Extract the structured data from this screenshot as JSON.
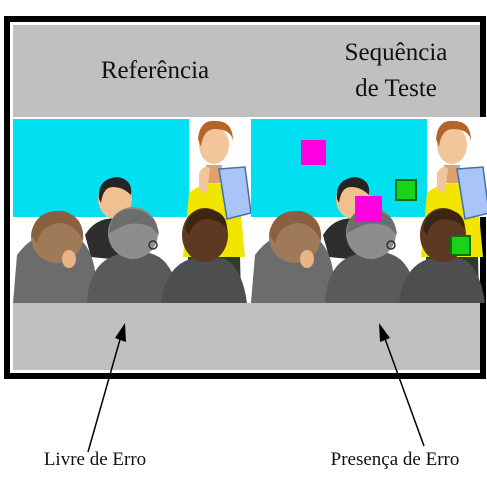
{
  "panels": {
    "left": {
      "title": "Referência"
    },
    "right": {
      "title_line1": "Sequência",
      "title_line2": "de Teste"
    }
  },
  "captions": {
    "left": "Livre de Erro",
    "right": "Presença de Erro"
  },
  "colors": {
    "frame": "#000000",
    "header_band": "#c0c0c0",
    "footer_band": "#c0c0c0",
    "projection_screen": "#00e0f0",
    "error_block_magenta": "#ff00e0",
    "error_block_green": "#19d319",
    "presenter_shirt": "#f2e500",
    "audience_suit": "#606060"
  },
  "icons": {
    "scene": "meeting-clipart",
    "error_markers": "error-block-icon",
    "arrows": "pointer-arrow-icon"
  }
}
